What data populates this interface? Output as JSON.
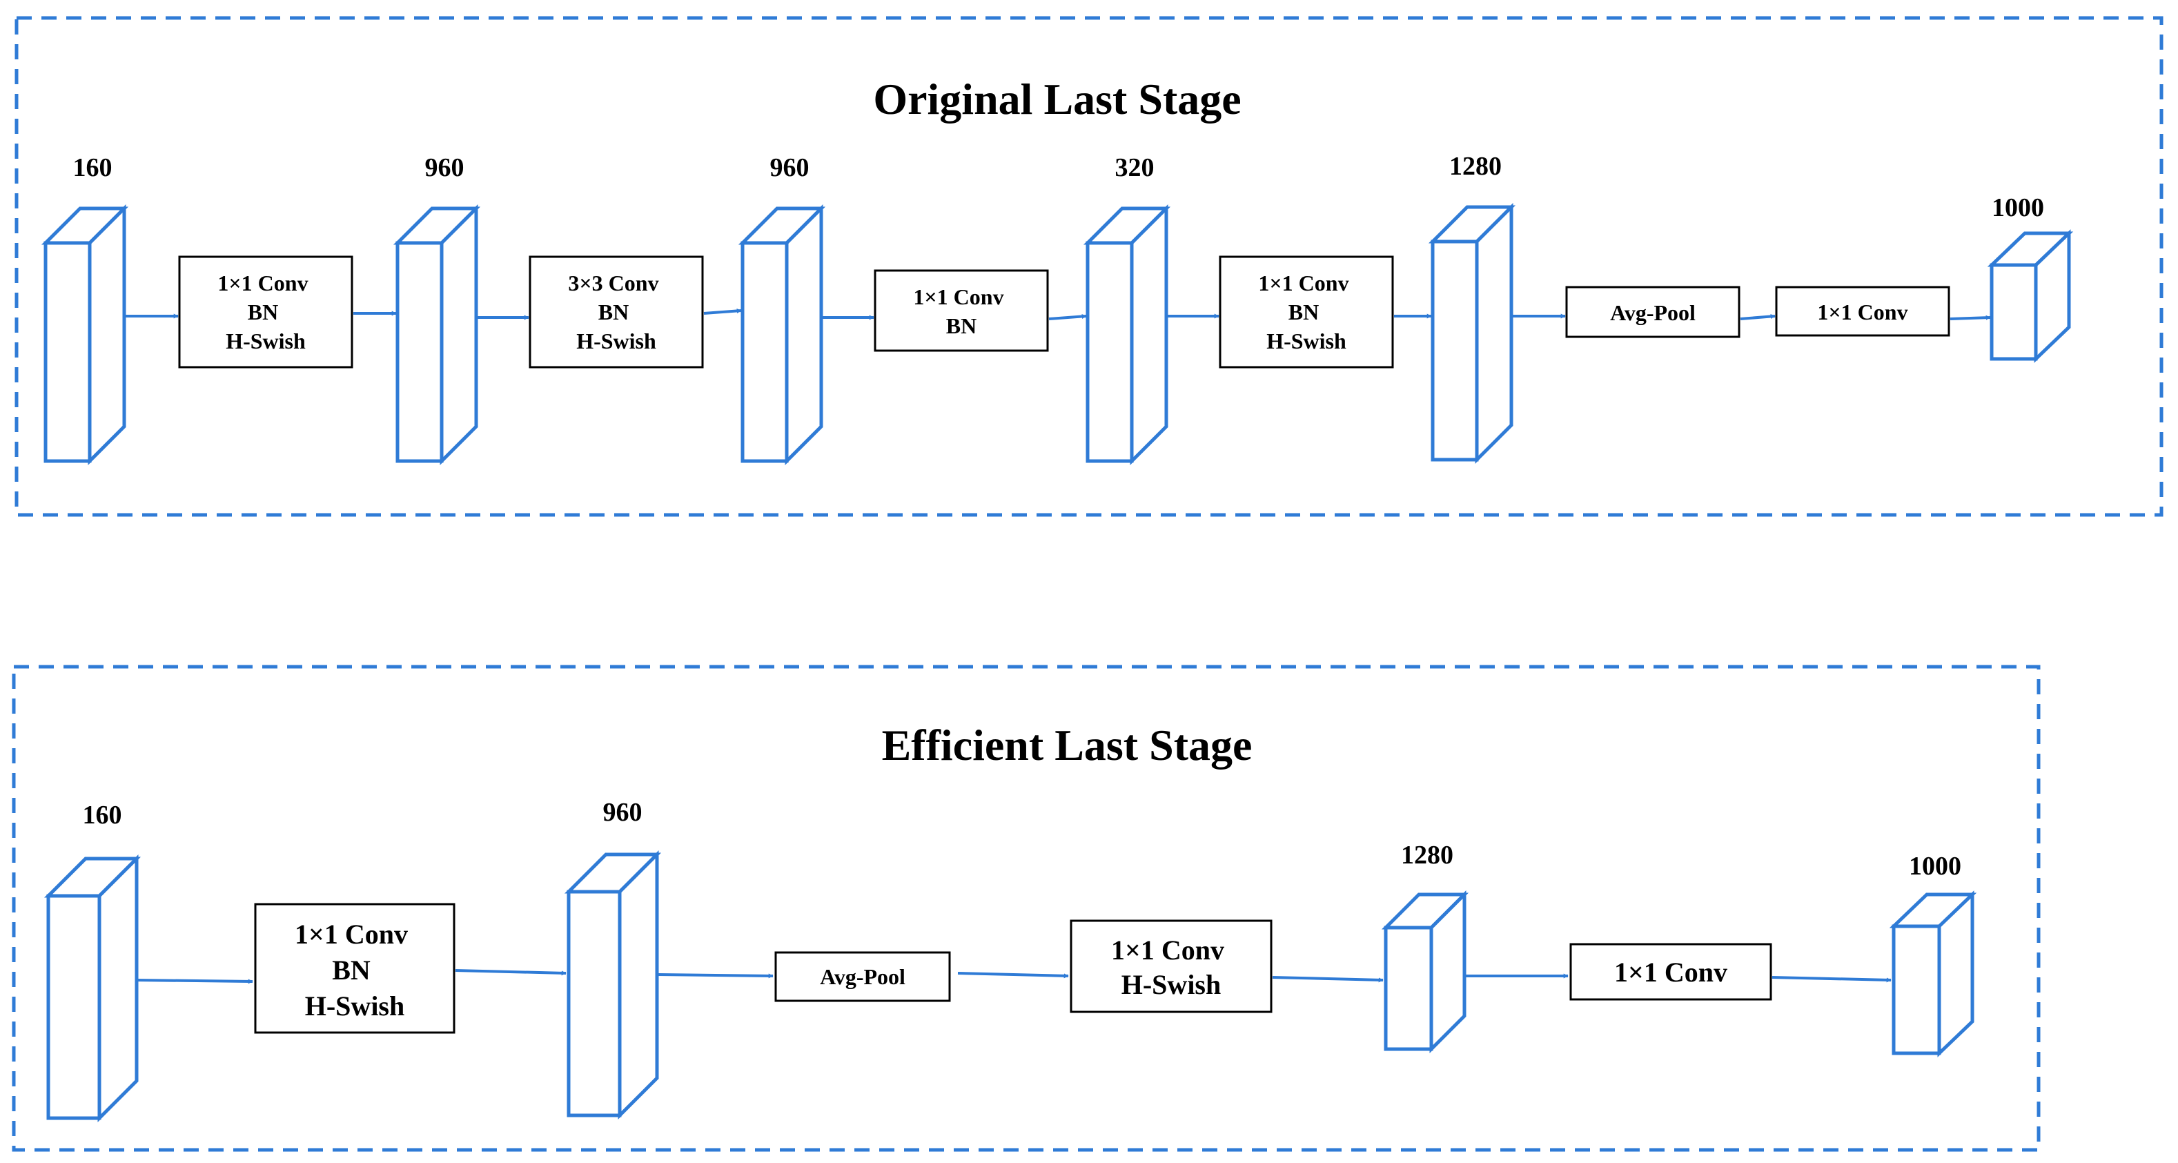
{
  "colors": {
    "accent": "#2f7bd6",
    "box_border": "#000000",
    "text": "#000000"
  },
  "top": {
    "title": "Original Last Stage",
    "dims": [
      "160",
      "960",
      "960",
      "320",
      "1280",
      "1000"
    ],
    "ops": [
      {
        "lines": [
          "1×1 Conv",
          "BN",
          "H-Swish"
        ]
      },
      {
        "lines": [
          "3×3 Conv",
          "BN",
          "H-Swish"
        ]
      },
      {
        "lines": [
          "1×1 Conv",
          "BN"
        ]
      },
      {
        "lines": [
          "1×1 Conv",
          "BN",
          "H-Swish"
        ]
      },
      {
        "lines": [
          "Avg-Pool"
        ]
      },
      {
        "lines": [
          "1×1 Conv"
        ]
      }
    ]
  },
  "bottom": {
    "title": "Efficient Last Stage",
    "dims": [
      "160",
      "960",
      "1280",
      "1000"
    ],
    "ops": [
      {
        "lines": [
          "1×1 Conv",
          "BN",
          "H-Swish"
        ]
      },
      {
        "lines": [
          "Avg-Pool"
        ]
      },
      {
        "lines": [
          "1×1 Conv",
          "H-Swish"
        ]
      },
      {
        "lines": [
          "1×1 Conv"
        ]
      }
    ]
  }
}
